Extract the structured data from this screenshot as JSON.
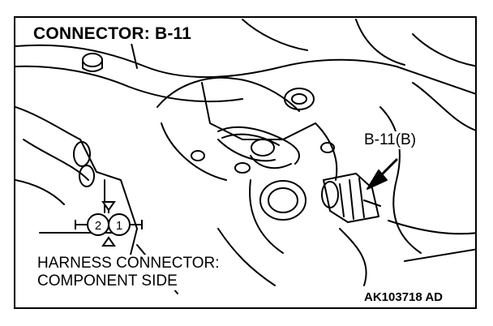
{
  "title": "CONNECTOR: B-11",
  "callout": "B-11(B)",
  "caption": {
    "line1": "HARNESS CONNECTOR:",
    "line2": "COMPONENT SIDE"
  },
  "figure_id": "AK103718 AD",
  "connector_pins": [
    "2",
    "1"
  ],
  "colors": {
    "ink": "#000000",
    "background": "#ffffff"
  }
}
